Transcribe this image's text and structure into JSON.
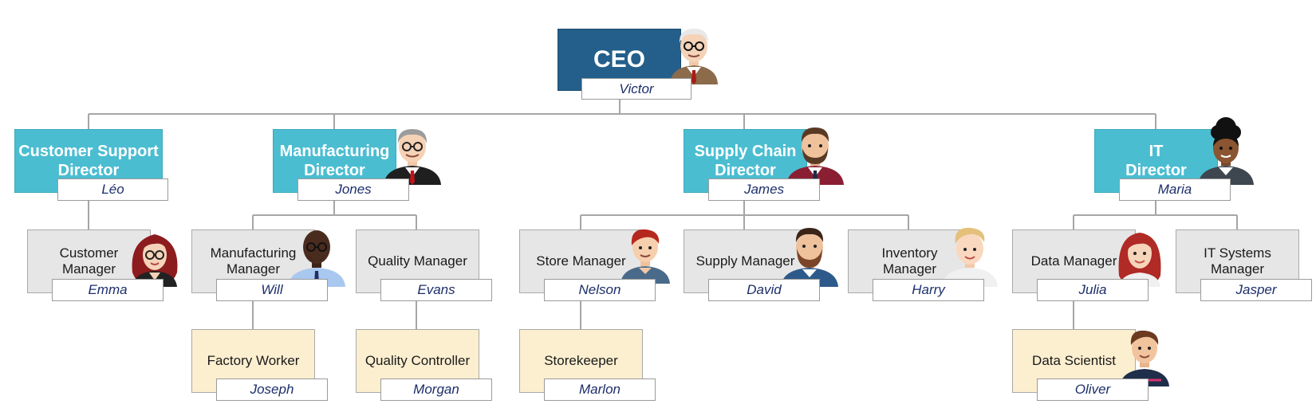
{
  "nodes": {
    "ceo": {
      "title": "CEO",
      "name": "Victor"
    },
    "customer_support_director": {
      "title": "Customer Support\nDirector",
      "name": "Léo"
    },
    "manufacturing_director": {
      "title": "Manufacturing\nDirector",
      "name": "Jones"
    },
    "supply_chain_director": {
      "title": "Supply Chain\nDirector",
      "name": "James"
    },
    "it_director": {
      "title": "IT\nDirector",
      "name": "Maria"
    },
    "customer_manager": {
      "title": "Customer\nManager",
      "name": "Emma"
    },
    "manufacturing_manager": {
      "title": "Manufacturing\nManager",
      "name": "Will"
    },
    "quality_manager": {
      "title": "Quality Manager",
      "name": "Evans"
    },
    "store_manager": {
      "title": "Store Manager",
      "name": "Nelson"
    },
    "supply_manager": {
      "title": "Supply Manager",
      "name": "David"
    },
    "inventory_manager": {
      "title": "Inventory\nManager",
      "name": "Harry"
    },
    "data_manager": {
      "title": "Data Manager",
      "name": "Julia"
    },
    "it_systems_manager": {
      "title": "IT Systems\nManager",
      "name": "Jasper"
    },
    "factory_worker": {
      "title": "Factory Worker",
      "name": "Joseph"
    },
    "quality_controller": {
      "title": "Quality Controller",
      "name": "Morgan"
    },
    "storekeeper": {
      "title": "Storekeeper",
      "name": "Marlon"
    },
    "data_scientist": {
      "title": "Data Scientist",
      "name": "Oliver"
    }
  },
  "colors": {
    "ceo_fill": "#245f8b",
    "director_fill": "#4bbdd1",
    "manager_fill": "#e6e6e6",
    "staff_fill": "#fcefd0",
    "name_text": "#1d2f6b",
    "connector": "#a6a6a6"
  }
}
